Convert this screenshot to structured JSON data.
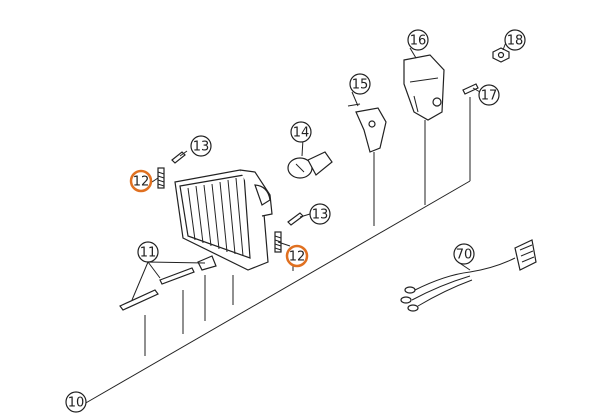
{
  "callouts": [
    {
      "id": "c10",
      "label": "10",
      "highlight": false
    },
    {
      "id": "c11",
      "label": "11",
      "highlight": false
    },
    {
      "id": "c12a",
      "label": "12",
      "highlight": true
    },
    {
      "id": "c12b",
      "label": "12",
      "highlight": true
    },
    {
      "id": "c13a",
      "label": "13",
      "highlight": false
    },
    {
      "id": "c13b",
      "label": "13",
      "highlight": false
    },
    {
      "id": "c14",
      "label": "14",
      "highlight": false
    },
    {
      "id": "c15",
      "label": "15",
      "highlight": false
    },
    {
      "id": "c16",
      "label": "16",
      "highlight": false
    },
    {
      "id": "c17",
      "label": "17",
      "highlight": false
    },
    {
      "id": "c18",
      "label": "18",
      "highlight": false
    },
    {
      "id": "c70",
      "label": "70",
      "highlight": false
    }
  ],
  "colors": {
    "line": "#222222",
    "highlight": "#e07020",
    "background": "#ffffff"
  }
}
